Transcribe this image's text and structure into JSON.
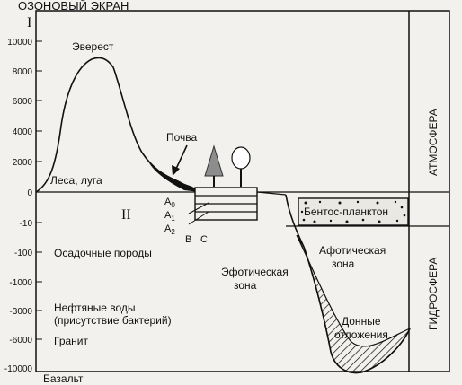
{
  "header": {
    "title": "ОЗОНОВЫЙ ЭКРАН",
    "roman_top": "I"
  },
  "axis": {
    "ticks": [
      "10000",
      "8000",
      "6000",
      "4000",
      "2000",
      "0",
      "-10",
      "-100",
      "-1000",
      "-3000",
      "-6000",
      "-10000"
    ]
  },
  "labels": {
    "everest": "Эверест",
    "soil": "Почва",
    "forests": "Леса, луга",
    "roman_two": "II",
    "horizon_a0": "A",
    "horizon_a0_sub": "0",
    "horizon_a1": "A",
    "horizon_a1_sub": "1",
    "horizon_a2": "A",
    "horizon_a2_sub": "2",
    "horizon_b": "B",
    "horizon_c": "C",
    "sedimentary": "Осадочные породы",
    "oil_water_1": "Нефтяные воды",
    "oil_water_2": "(присутствие бактерий)",
    "granite": "Гранит",
    "basalt": "Базальт",
    "benthos": "Бентос-планктон",
    "aphotic_1": "Афотическая",
    "aphotic_2": "зона",
    "euphotic_1": "Эфотическая",
    "euphotic_2": "зона",
    "bottom_1": "Донные",
    "bottom_2": "отложения"
  },
  "side": {
    "atmosphere": "АТМОСФЕРА",
    "hydrosphere": "ГИДРОСФЕРА"
  }
}
